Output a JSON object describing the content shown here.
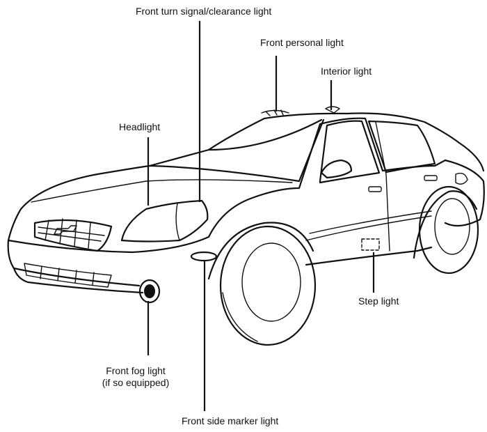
{
  "labels": {
    "front_turn_signal": "Front turn signal/clearance light",
    "front_personal": "Front personal light",
    "interior": "Interior light",
    "headlight": "Headlight",
    "step": "Step light",
    "fog_line1": "Front fog light",
    "fog_line2": "(if so equipped)",
    "side_marker": "Front side marker light"
  }
}
